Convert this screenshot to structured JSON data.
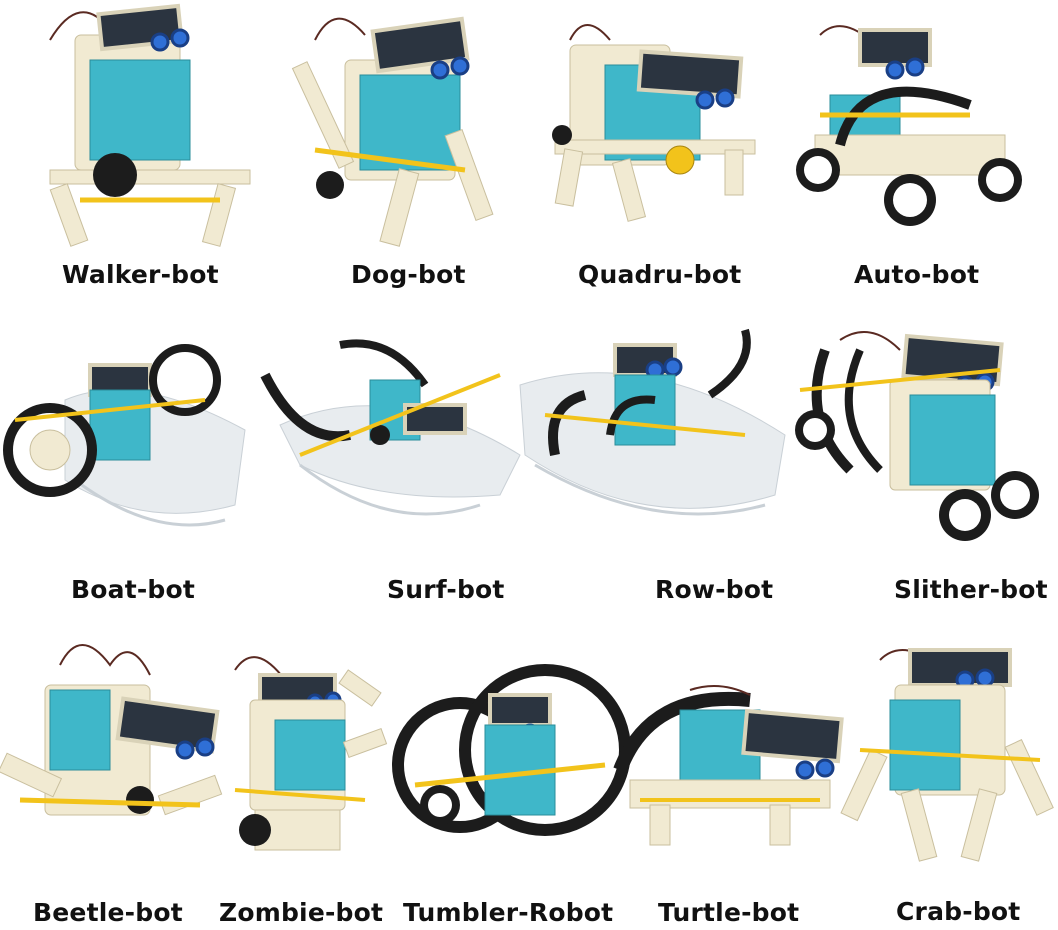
{
  "robots": [
    {
      "id": "walker",
      "label": "Walker-bot"
    },
    {
      "id": "dog",
      "label": "Dog-bot"
    },
    {
      "id": "quadru",
      "label": "Quadru-bot"
    },
    {
      "id": "auto",
      "label": "Auto-bot"
    },
    {
      "id": "boat",
      "label": "Boat-bot"
    },
    {
      "id": "surf",
      "label": "Surf-bot"
    },
    {
      "id": "row",
      "label": "Row-bot"
    },
    {
      "id": "slither",
      "label": "Slither-bot"
    },
    {
      "id": "beetle",
      "label": "Beetle-bot"
    },
    {
      "id": "zombie",
      "label": "Zombie-bot"
    },
    {
      "id": "tumbler",
      "label": "Tumbler-Robot"
    },
    {
      "id": "turtle",
      "label": "Turtle-bot"
    },
    {
      "id": "crab",
      "label": "Crab-bot"
    }
  ],
  "colors": {
    "background": "#ffffff",
    "label_text": "#111111",
    "frame_cream": "#f1ead2",
    "gearbox_teal": "#3fb7c9",
    "solar_panel": "#2b3440",
    "solar_frame": "#d9d2b8",
    "axle_yellow": "#f2c31b",
    "wheel_black": "#1c1c1c",
    "eye_blue": "#2f6fd6",
    "hull_white": "#e8ecef",
    "wire_brown": "#5a2a22"
  }
}
